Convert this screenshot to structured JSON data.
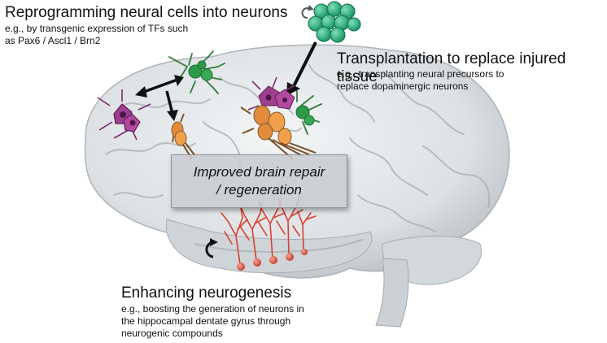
{
  "reprogramming": {
    "title": "Reprogramming neural cells into neurons",
    "line1": "e.g., by transgenic expression of TFs such",
    "line2": "as Pax6 / Ascl1 / Brn2"
  },
  "transplantation": {
    "title": "Transplantation to replace injured tissue",
    "line1": "e.g., transplanting neural precursors to",
    "line2": "replace dopaminergic neurons"
  },
  "center": {
    "line1": "Improved brain repair",
    "line2": "/ regeneration"
  },
  "neurogenesis": {
    "title": "Enhancing neurogenesis",
    "line1": "e.g., boosting the generation of neurons in",
    "line2": "the hippocampal dentate gyrus through",
    "line3": "neurogenic compounds"
  },
  "colors": {
    "brain": "#dfe3e6",
    "purple_cells": "#9b3f8e",
    "green_cells": "#2e9a48",
    "orange_cells": "#e08a3a",
    "red_neurons": "#d8402f",
    "precursor_cluster": "#25a878"
  }
}
